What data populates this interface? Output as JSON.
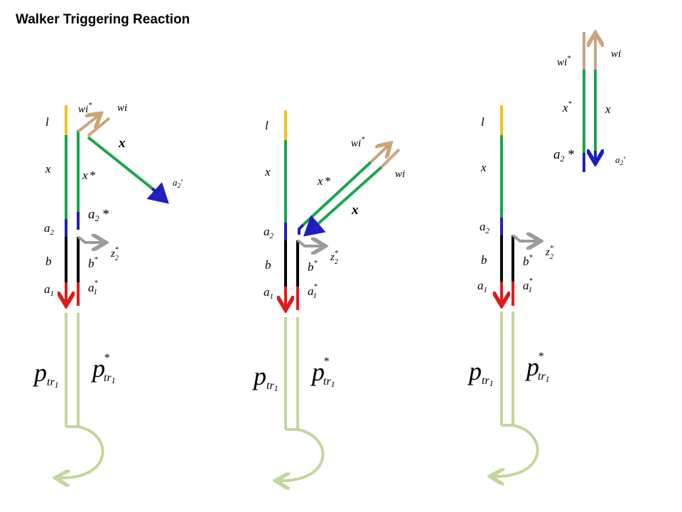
{
  "title": "Walker Triggering Reaction",
  "labels": {
    "l": "l",
    "x": "x",
    "x_star": "x",
    "a": "a",
    "b": "b",
    "wi": "wi",
    "z": "z",
    "p": "p",
    "tr": "tr",
    "sub_1": "1",
    "sub_2": "2",
    "star": "*",
    "prime": "'"
  },
  "colors": {
    "l": "#f2c01c",
    "x": "#1aa64b",
    "a2": "#1f1fbf",
    "b": "#000000",
    "a1": "#e01a1a",
    "wi": "#caa57a",
    "z2": "#9b9b9b",
    "p": "#c3d69b"
  }
}
